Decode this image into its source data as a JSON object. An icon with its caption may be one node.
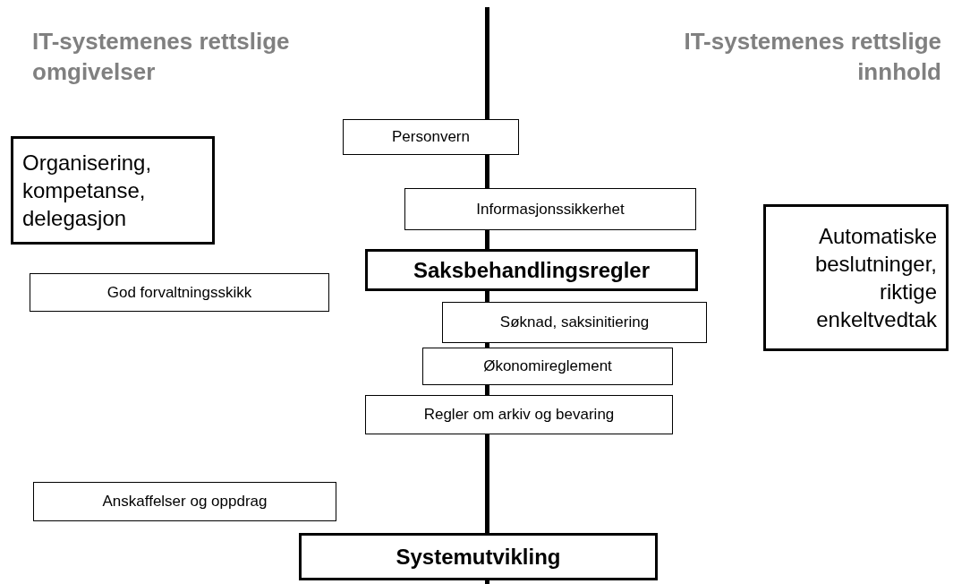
{
  "diagram": {
    "nodes": [
      {
        "text": [
          "Personvern"
        ]
      },
      {
        "text": [
          "Organisering, kompetanse, delegasjon"
        ]
      },
      {
        "text": [
          "Informasjonssikkerhet"
        ]
      },
      {
        "text": [
          "Automatiske beslutninger, riktige enkeltvedtak"
        ]
      },
      {
        "text": [
          "Saksbehandlingsregler"
        ]
      },
      {
        "text": [
          "God forvaltningsskikk"
        ]
      },
      {
        "text": [
          "Søknad, saksinitiering"
        ]
      },
      {
        "text": [
          "Økonomireglement"
        ]
      },
      {
        "text": [
          "Regler om arkiv og bevaring"
        ]
      },
      {
        "text": [
          "Anskaffelser og oppdrag"
        ]
      },
      {
        "text": [
          "Systemutvikling"
        ]
      }
    ],
    "labels": [
      "IT-systemenes rettslige omgivelser",
      "IT-systemenes rettslige innhold"
    ]
  }
}
